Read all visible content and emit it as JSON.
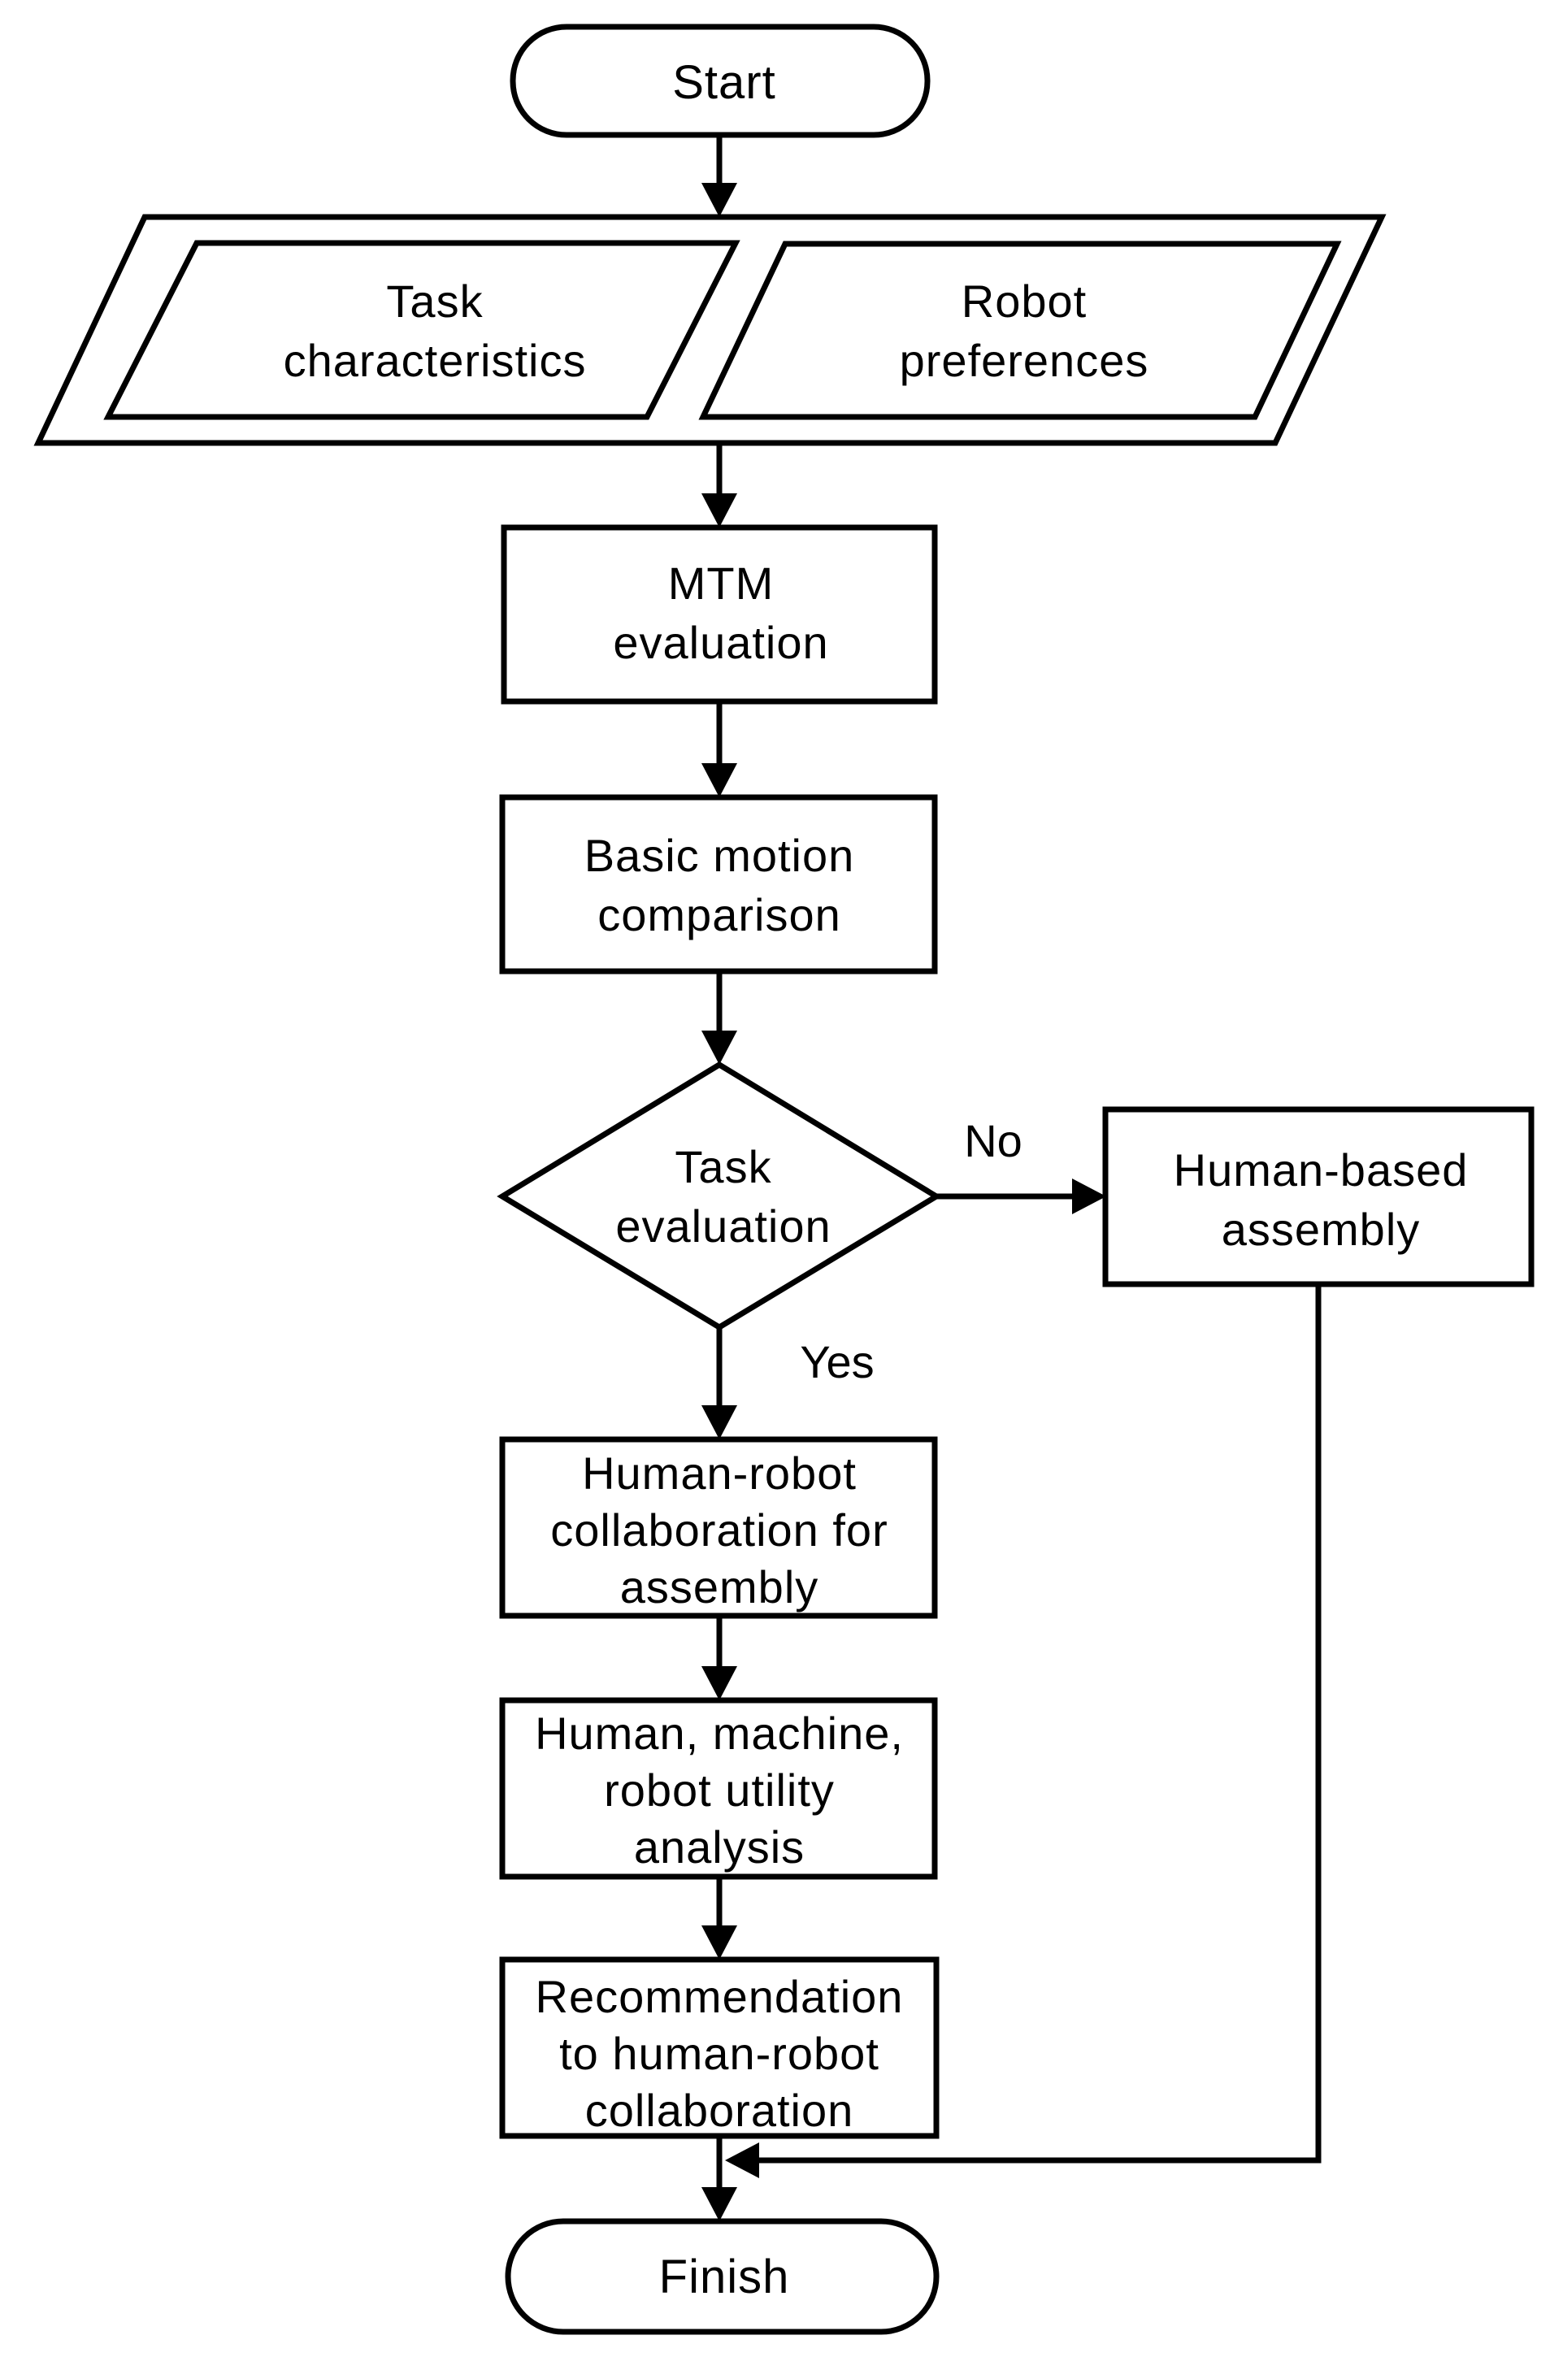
{
  "colors": {
    "line": "#000000",
    "background": "#ffffff",
    "shape_fill": "#ffffff"
  },
  "labels": {
    "no": "No",
    "yes": "Yes"
  },
  "nodes": {
    "start": {
      "label": "Start"
    },
    "task_characteristics": {
      "line1": "Task",
      "line2": "characteristics"
    },
    "robot_preferences": {
      "line1": "Robot",
      "line2": "preferences"
    },
    "mtm_evaluation": {
      "line1": "MTM",
      "line2": "evaluation"
    },
    "basic_motion_comparison": {
      "line1": "Basic motion",
      "line2": "comparison"
    },
    "task_evaluation": {
      "line1": "Task",
      "line2": "evaluation"
    },
    "human_based_assembly": {
      "line1": "Human-based",
      "line2": "assembly"
    },
    "human_robot_collaboration": {
      "line1": "Human-robot",
      "line2": "collaboration for",
      "line3": "assembly"
    },
    "utility_analysis": {
      "line1": "Human, machine,",
      "line2": "robot utility",
      "line3": "analysis"
    },
    "recommendation": {
      "line1": "Recommendation",
      "line2": "to human-robot",
      "line3": "collaboration"
    },
    "finish": {
      "label": "Finish"
    }
  }
}
